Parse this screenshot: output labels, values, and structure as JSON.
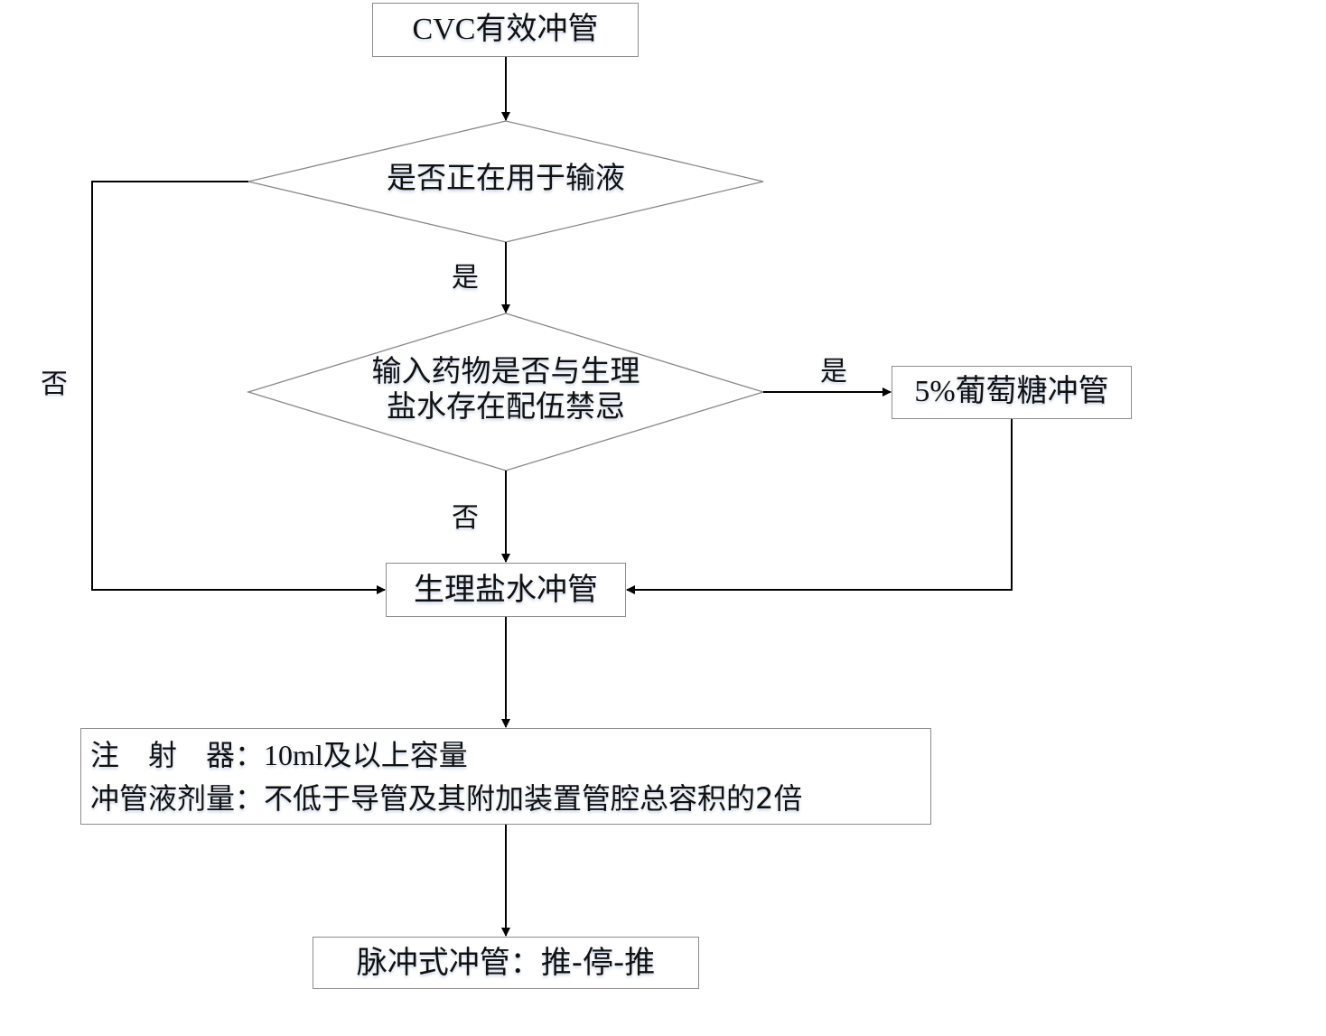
{
  "diagram": {
    "start": "CVC有效冲管",
    "decision1": "是否正在用于输液",
    "decision2_line1": "输入药物是否与生理",
    "decision2_line2": "盐水存在配伍禁忌",
    "glucose_flush": "5%葡萄糖冲管",
    "saline_flush": "生理盐水冲管",
    "requirements": {
      "syringe_label": "注　射　器：",
      "syringe_value": "10ml及以上容量",
      "volume_label": "冲管液剂量：",
      "volume_value": "不低于导管及其附加装置管腔总容积的2倍"
    },
    "end": "脉冲式冲管：推-停-推",
    "edge_labels": {
      "d1_yes": "是",
      "d1_no": "否",
      "d2_yes": "是",
      "d2_no": "否"
    }
  }
}
